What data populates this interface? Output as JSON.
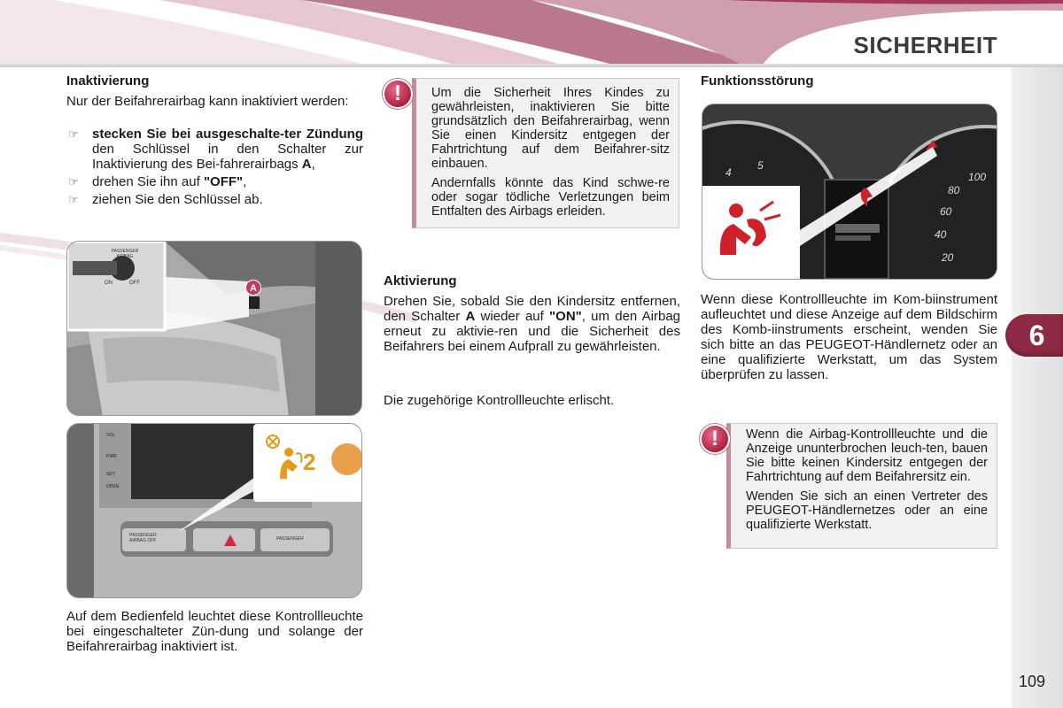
{
  "header": {
    "section_title": "SICHERHEIT"
  },
  "chapter_tab": "6",
  "page_number": "109",
  "column1": {
    "heading": "Inaktivierung",
    "intro": "Nur der Beifahrerairbag kann inaktiviert werden:",
    "steps": [
      {
        "bullet": "☞",
        "bold": "stecken Sie bei ausgeschalte-ter Zündung",
        "text": " den Schlüssel in den Schalter zur Inaktivierung des Bei-fahrerairbags ",
        "bold2": "A",
        "text2": ","
      },
      {
        "bullet": "☞",
        "text": "drehen Sie ihn auf ",
        "bold": "\"OFF\"",
        "text2": ","
      },
      {
        "bullet": "☞",
        "text": "ziehen Sie den Schlüssel ab."
      }
    ],
    "photo1": {
      "label_passenger": "PASSENGER AIRBAG",
      "label_on": "ON",
      "label_off": "OFF",
      "badge": "A"
    },
    "photo2": {
      "buttons": [
        "VOL",
        "PWR",
        "SET",
        "OPEN"
      ],
      "panel_label": "PASSENGER AIRBAG OFF",
      "panel_label2": "PASSENGER",
      "indicator": "2"
    },
    "caption": "Auf dem Bedienfeld leuchtet diese Kontrollleuchte bei eingeschalteter Zün-dung und solange der Beifahrerairbag inaktiviert ist."
  },
  "column2": {
    "warning_icon": "!",
    "warning_p1": "Um die Sicherheit Ihres Kindes zu gewährleisten, inaktivieren Sie bitte grundsätzlich den Beifahrerairbag, wenn Sie einen Kindersitz entgegen der Fahrtrichtung auf dem Beifahrer-sitz einbauen.",
    "warning_p2": "Andernfalls könnte das Kind schwe-re oder sogar tödliche Verletzungen beim Entfalten des Airbags erleiden.",
    "heading": "Aktivierung",
    "text1_a": "Drehen Sie, sobald Sie den Kindersitz entfernen, den Schalter ",
    "text1_b": "A",
    "text1_c": " wieder auf ",
    "text1_d": "\"ON\"",
    "text1_e": ", um den Airbag erneut zu aktivie-ren und die Sicherheit des Beifahrers bei einem Aufprall zu gewährleisten.",
    "text2": "Die zugehörige Kontrollleuchte erlischt."
  },
  "column3": {
    "heading": "Funktionsstörung",
    "gauge_labels": [
      "4",
      "5",
      "80",
      "100",
      "60",
      "40",
      "20"
    ],
    "text": "Wenn diese Kontrollleuchte im Kom-biinstrument aufleuchtet und diese Anzeige auf dem Bildschirm des Komb-iinstruments erscheint, wenden Sie sich bitte an das PEUGEOT-Händlernetz oder an eine qualifizierte Werkstatt, um das System überprüfen zu lassen.",
    "warning_icon": "!",
    "warning_p1": "Wenn die Airbag-Kontrollleuchte und die Anzeige ununterbrochen leuch-ten, bauen Sie bitte keinen Kindersitz entgegen der Fahrtrichtung auf dem Beifahrersitz ein.",
    "warning_p2": "Wenden Sie sich an einen Vertreter des PEUGEOT-Händlernetzes oder an eine qualifizierte Werkstatt."
  },
  "colors": {
    "accent": "#8e2a44",
    "warning": "#c0284a",
    "box_bg": "#f1f1f1"
  }
}
